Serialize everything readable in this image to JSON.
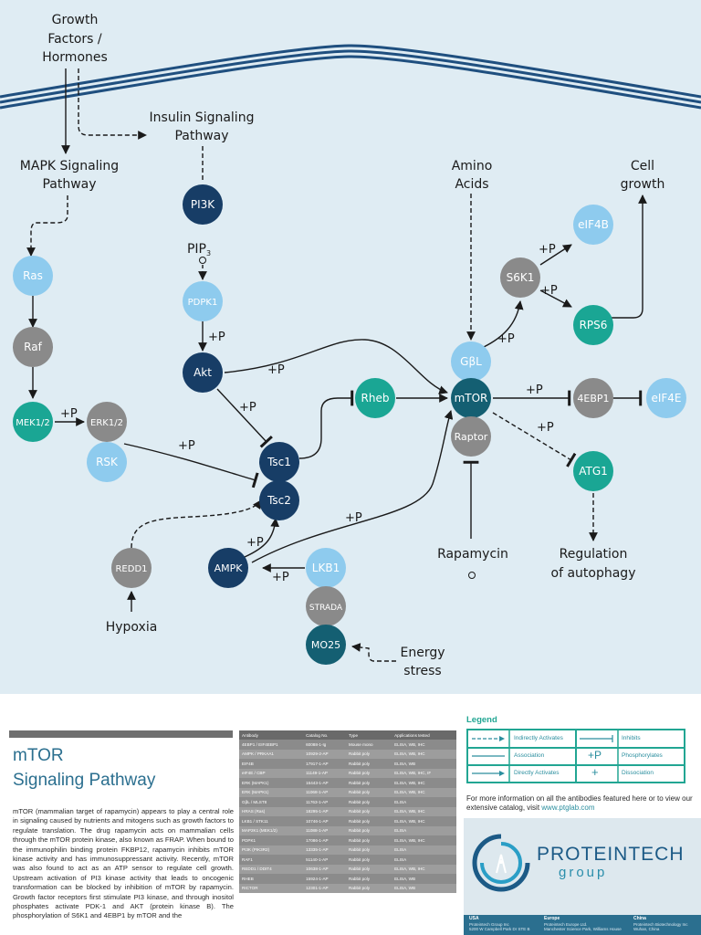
{
  "diagram": {
    "labels": {
      "growth_factors": [
        "Growth",
        "Factors /",
        "Hormones"
      ],
      "insulin": [
        "Insulin Signaling",
        "Pathway"
      ],
      "mapk": [
        "MAPK Signaling",
        "Pathway"
      ],
      "amino": [
        "Amino",
        "Acids"
      ],
      "cell_growth": [
        "Cell",
        "growth"
      ],
      "pip": "PIP",
      "pip_sub": "3",
      "rapamycin": "Rapamycin",
      "regulation": [
        "Regulation",
        "of autophagy"
      ],
      "hypoxia": "Hypoxia",
      "energy": [
        "Energy",
        "stress"
      ],
      "phos": "+P"
    },
    "nodes": {
      "ras": "Ras",
      "raf": "Raf",
      "mek": "MEK1/2",
      "erk": "ERK1/2",
      "rsk": "RSK",
      "pi3k": "PI3K",
      "pdpk1": "PDPK1",
      "akt": "Akt",
      "tsc1": "Tsc1",
      "tsc2": "Tsc2",
      "rheb": "Rheb",
      "gbl": "GβL",
      "mtor": "mTOR",
      "raptor": "Raptor",
      "s6k1": "S6K1",
      "eif4b": "eIF4B",
      "rps6": "RPS6",
      "e4ebp1": "4EBP1",
      "eif4e": "eIF4E",
      "atg1": "ATG1",
      "redd1": "REDD1",
      "ampk": "AMPK",
      "lkb1": "LKB1",
      "strada": "STRADA",
      "mo25": "MO25"
    },
    "colors": {
      "background": "#dfecf3",
      "navy": "#173d66",
      "light_blue": "#8ecbee",
      "teal": "#1aa694",
      "gray": "#8a8a8a",
      "dark_teal": "#145f72"
    }
  },
  "page_title": [
    "mTOR",
    "Signaling Pathway"
  ],
  "intro_text": "mTOR (mammalian target of rapamycin) appears to play a central role in signaling caused by nutrients and mitogens such as growth factors to regulate translation. The drug rapamycin acts on mammalian cells through the mTOR protein kinase, also known as FRAP. When bound to the immunophilin binding protein FKBP12, rapamycin inhibits mTOR kinase activity and has immunosuppressant activity. Recently, mTOR was also found to act as an ATP sensor to regulate cell growth. Upstream activation of PI3 kinase activity that leads to oncogenic transformation can be blocked by inhibition of mTOR by rapamycin. Growth factor receptors first stimulate PI3 kinase, and through inositol phosphates activate PDK-1 and AKT (protein kinase B). The phosphorylation of S6K1 and 4EBP1 by mTOR and the",
  "antibody_table": {
    "headers": [
      "Antibody",
      "Catalog No.",
      "Type",
      "Applications tested"
    ],
    "rows": [
      [
        "4EBP1 / EIF4EBP1",
        "60088-1-Ig",
        "Mouse mono",
        "ELISA, WB, IHC"
      ],
      [
        "AMPK / PRKAA1",
        "10929-2-AP",
        "Rabbit poly",
        "ELISA, WB, IHC"
      ],
      [
        "EIF4B",
        "17917-1-AP",
        "Rabbit poly",
        "ELISA, WB"
      ],
      [
        "eIF4E / CBP",
        "11149-1-AP",
        "Rabbit poly",
        "ELISA, WB, IHC, IF"
      ],
      [
        "ERK (MAPK1)",
        "16443-1-AP",
        "Rabbit poly",
        "ELISA, WB, IHC"
      ],
      [
        "ERK (MAPK1)",
        "11068-1-AP",
        "Rabbit poly",
        "ELISA, WB, IHC"
      ],
      [
        "GβL / MLST8",
        "11763-1-AP",
        "Rabbit poly",
        "ELISA"
      ],
      [
        "HRAS (Ras)",
        "18295-1-AP",
        "Rabbit poly",
        "ELISA, WB, IHC"
      ],
      [
        "LKB1 / STK11",
        "10746-1-AP",
        "Rabbit poly",
        "ELISA, WB, IHC"
      ],
      [
        "MAP2K1 (MEK1/2)",
        "11088-1-AP",
        "Rabbit poly",
        "ELISA"
      ],
      [
        "PDPK1",
        "17086-1-AP",
        "Rabbit poly",
        "ELISA, WB, IHC"
      ],
      [
        "PI3K (PIK3R2)",
        "13335-1-AP",
        "Rabbit poly",
        "ELISA"
      ],
      [
        "RAF1",
        "51140-1-AP",
        "Rabbit poly",
        "ELISA"
      ],
      [
        "REDD1 / DDIT4",
        "10638-1-AP",
        "Rabbit poly",
        "ELISA, WB, IHC"
      ],
      [
        "RHEB",
        "15924-1-AP",
        "Rabbit poly",
        "ELISA, WB"
      ],
      [
        "RICTOR",
        "12301-1-AP",
        "Rabbit poly",
        "ELISA, WB"
      ]
    ]
  },
  "legend": {
    "title": "Legend",
    "items": [
      "Indirectly Activates",
      "Inhibits",
      "Association",
      "Phosphorylates",
      "Directly Activates",
      "Dissociation"
    ],
    "phos_symbol": "+P",
    "dissoc_symbol": "+"
  },
  "more_info": {
    "text": "For more information on all the antibodies featured here or to view our extensive catalog, visit",
    "link": "www.ptglab.com"
  },
  "company": {
    "name": "PROTEINTECH",
    "sub": "group",
    "offices": [
      {
        "region": "USA",
        "lines": [
          "Proteintech Group Inc",
          "5200 W Campbell Park Dr STE B"
        ]
      },
      {
        "region": "Europe",
        "lines": [
          "Proteintech Europe Ltd.",
          "Manchester Science Park, Williams House"
        ]
      },
      {
        "region": "China",
        "lines": [
          "Proteintech Biotechnology Inc",
          "Wuhan, China"
        ]
      }
    ]
  }
}
